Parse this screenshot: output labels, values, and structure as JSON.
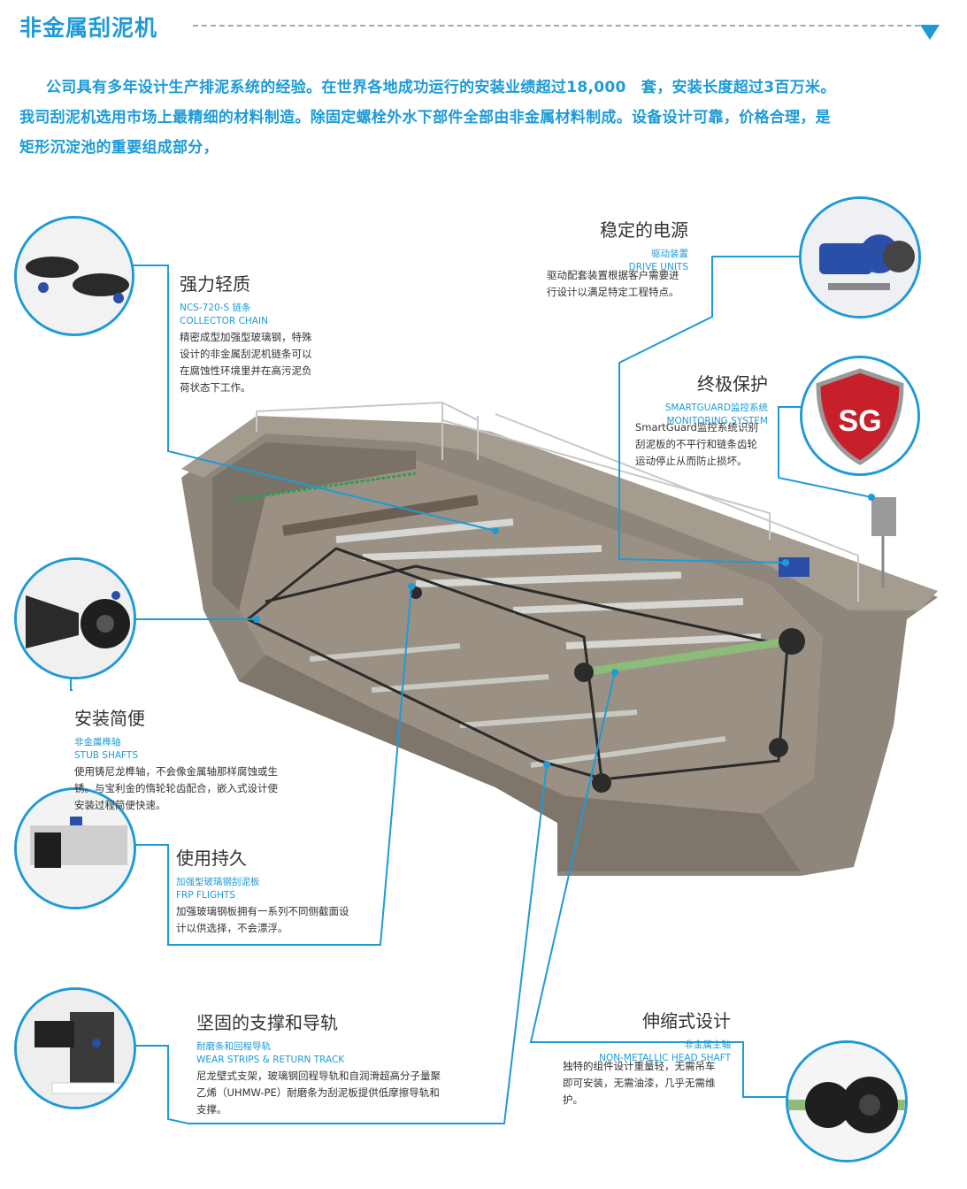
{
  "header": {
    "title": "非金属刮泥机",
    "intro_lines": [
      "公司具有多年设计生产排泥系统的经验。在世界各地成功运行的安装业绩超过18,000　套，安装长度超过3百万米。",
      "我司刮泥机选用市场上最精细的材料制造。除固定螺栓外水下部件全部由非金属材料制成。设备设计可靠，价格合理，是",
      "矩形沉淀池的重要组成部分，"
    ]
  },
  "features": {
    "collector_chain": {
      "title": "强力轻质",
      "cn": "NCS-720-S 链条",
      "en": "COLLECTOR CHAIN",
      "desc": [
        "精密成型加强型玻璃钢，特殊",
        "设计的非金属刮泥机链条可以",
        "在腐蚀性环境里并在高污泥负",
        "荷状态下工作。"
      ]
    },
    "drive_units": {
      "title": "稳定的电源",
      "cn": "驱动装置",
      "en": "DRIVE UNITS",
      "desc": [
        "驱动配套装置根据客户需要进",
        "行设计以满足特定工程特点。"
      ]
    },
    "monitoring": {
      "title": "终极保护",
      "cn": "SMARTGUARD监控系统",
      "en": "MONITORING SYSTEM",
      "desc": [
        "SmartGuard监控系统识别",
        "刮泥板的不平行和链条齿轮",
        "运动停止从而防止损坏。"
      ],
      "logo_text": "SG"
    },
    "stub_shafts": {
      "title": "安装简便",
      "cn": "非金属榫轴",
      "en": "STUB SHAFTS",
      "desc": [
        "使用铸尼龙榫轴，不会像金属轴那样腐蚀或生",
        "锈。与宝利金的惰轮轮齿配合，嵌入式设计使",
        "安装过程简便快速。"
      ]
    },
    "frp_flights": {
      "title": "使用持久",
      "cn": "加强型玻璃钢刮泥板",
      "en": "FRP FLIGHTS",
      "desc": [
        "加强玻璃钢板拥有一系列不同侧截面设",
        "计以供选择，不会漂浮。"
      ]
    },
    "wear_strips": {
      "title": "坚固的支撑和导轨",
      "cn": "耐磨条和回程导轨",
      "en": "WEAR STRIPS & RETURN TRACK",
      "desc": [
        "尼龙壁式支架，玻璃钢回程导轨和自润滑超高分子量聚",
        "乙烯（UHMW-PE）耐磨条为刮泥板提供低摩擦导轨和",
        "支撑。"
      ]
    },
    "head_shaft": {
      "title": "伸缩式设计",
      "cn": "非金属主轴",
      "en": "NON-METALLIC HEAD SHAFT",
      "desc": [
        "独特的组件设计重量轻，无需吊车",
        "即可安装，无需油漆，几乎无需维",
        "护。"
      ]
    }
  },
  "colors": {
    "accent": "#1e9bd7",
    "concrete": "#8c8378",
    "drive_blue": "#2a4fa8",
    "sg_red": "#c8202a"
  }
}
